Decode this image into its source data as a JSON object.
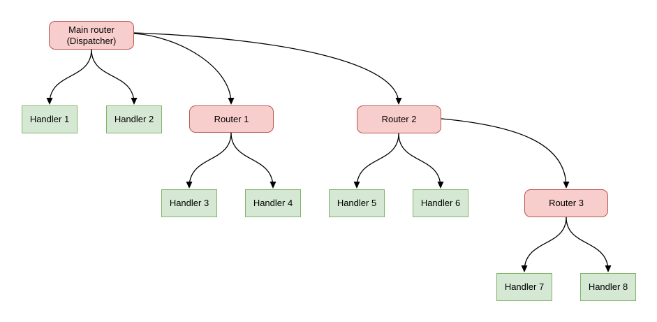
{
  "diagram": {
    "kind": "flowchart",
    "background": "#ffffff",
    "colors": {
      "router_fill": "#f8cecc",
      "router_border": "#b85450",
      "handler_fill": "#d5e8d4",
      "handler_border": "#82b366",
      "connector": "#000000"
    },
    "nodes": {
      "main_router": {
        "line1": "Main router",
        "line2": "(Dispatcher)",
        "kind": "router"
      },
      "router_1": {
        "label": "Router 1",
        "kind": "router"
      },
      "router_2": {
        "label": "Router 2",
        "kind": "router"
      },
      "router_3": {
        "label": "Router 3",
        "kind": "router"
      },
      "handler_1": {
        "label": "Handler 1",
        "kind": "handler"
      },
      "handler_2": {
        "label": "Handler 2",
        "kind": "handler"
      },
      "handler_3": {
        "label": "Handler 3",
        "kind": "handler"
      },
      "handler_4": {
        "label": "Handler 4",
        "kind": "handler"
      },
      "handler_5": {
        "label": "Handler 5",
        "kind": "handler"
      },
      "handler_6": {
        "label": "Handler 6",
        "kind": "handler"
      },
      "handler_7": {
        "label": "Handler 7",
        "kind": "handler"
      },
      "handler_8": {
        "label": "Handler 8",
        "kind": "handler"
      }
    },
    "edges": [
      {
        "from": "Main router (Dispatcher)",
        "to": "Handler 1"
      },
      {
        "from": "Main router (Dispatcher)",
        "to": "Handler 2"
      },
      {
        "from": "Main router (Dispatcher)",
        "to": "Router 1"
      },
      {
        "from": "Main router (Dispatcher)",
        "to": "Router 2"
      },
      {
        "from": "Router 1",
        "to": "Handler 3"
      },
      {
        "from": "Router 1",
        "to": "Handler 4"
      },
      {
        "from": "Router 2",
        "to": "Handler 5"
      },
      {
        "from": "Router 2",
        "to": "Handler 6"
      },
      {
        "from": "Router 2",
        "to": "Router 3"
      },
      {
        "from": "Router 3",
        "to": "Handler 7"
      },
      {
        "from": "Router 3",
        "to": "Handler 8"
      }
    ]
  }
}
